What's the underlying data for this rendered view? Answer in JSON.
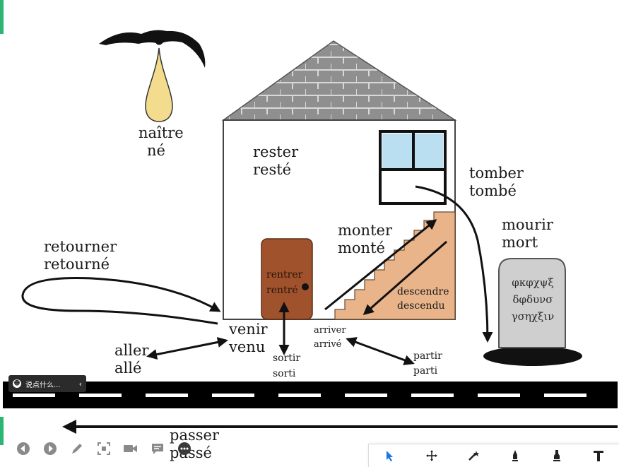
{
  "diagram": {
    "labels": {
      "naitre": [
        "naître",
        "né"
      ],
      "rester": [
        "rester",
        "resté"
      ],
      "tomber": [
        "tomber",
        "tombé"
      ],
      "monter": [
        "monter",
        "monté"
      ],
      "mourir": [
        "mourir",
        "mort"
      ],
      "retourner": [
        "retourner",
        "retourné"
      ],
      "rentrer": [
        "rentrer",
        "rentré"
      ],
      "descendre": [
        "descendre",
        "descendu"
      ],
      "venir": [
        "venir",
        "venu"
      ],
      "arriver": [
        "arriver",
        "arrivé"
      ],
      "aller": [
        "aller",
        "allé"
      ],
      "sortir": [
        "sortir",
        "sorti"
      ],
      "partir": [
        "partir",
        "parti"
      ],
      "passer": [
        "passer",
        "passé"
      ]
    },
    "tombstone_lines": [
      "φκφχψξ",
      "δφδυνσ",
      "γσηχξιν"
    ]
  },
  "chat": {
    "placeholder": "说点什么..."
  },
  "icons": {
    "controls": [
      "prev-icon",
      "play-icon",
      "pen-icon",
      "screenshot-icon",
      "camera-icon",
      "comment-icon",
      "more-icon"
    ],
    "toolbar": [
      "pointer-icon",
      "move-icon",
      "laser-icon",
      "marker-icon",
      "highlighter-icon",
      "text-icon"
    ]
  },
  "colors": {
    "accent_green": "#2bb673",
    "door": "#a0522d",
    "stairs": "#e9b48a",
    "window_glass": "#b9dff0",
    "drop": "#f4dc8e",
    "roof": "#8d8d8d",
    "tombstone": "#cfcfcf"
  }
}
